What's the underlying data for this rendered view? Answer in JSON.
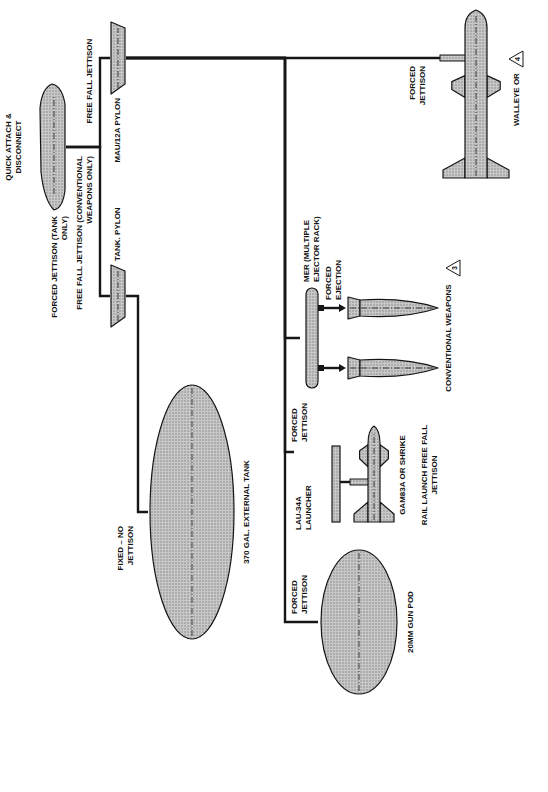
{
  "diagram": {
    "nodes": [
      {
        "text": [
          "QUICK ATTACH & DISCONNECT"
        ]
      },
      {
        "text": [
          "TANK. PYLON"
        ]
      },
      {
        "text": [
          "MAU/12A PYLON"
        ]
      },
      {
        "text": [
          "370 GAL. EXTERNAL TANK"
        ]
      },
      {
        "text": [
          "20MM GUN POD"
        ]
      },
      {
        "text": [
          "LAU-34A LAUNCHER"
        ]
      },
      {
        "text": [
          "GAM83A OR SHRIKE"
        ]
      },
      {
        "text": [
          "MER (MULTIPLE EJECTOR RACK)"
        ]
      },
      {
        "text": [
          "CONVENTIONAL WEAPONS"
        ]
      },
      {
        "text": [
          "WALLEYE OR"
        ]
      }
    ],
    "edges": [
      {
        "from": 0,
        "to": 1,
        "arrow": "none"
      },
      {
        "from": 0,
        "to": 2,
        "arrow": "none"
      },
      {
        "from": 1,
        "to": 3,
        "arrow": "none"
      },
      {
        "from": 2,
        "to": 4,
        "arrow": "none"
      },
      {
        "from": 2,
        "to": 5,
        "arrow": "none"
      },
      {
        "from": 2,
        "to": 7,
        "arrow": "none"
      },
      {
        "from": 2,
        "to": 9,
        "arrow": "none"
      },
      {
        "from": 5,
        "to": 6,
        "arrow": "none"
      },
      {
        "from": 7,
        "to": 8,
        "arrow": "to"
      },
      {
        "from": 7,
        "to": 8,
        "arrow": "to"
      }
    ],
    "labels": [
      "FORCED JETTISON (TANK ONLY)",
      "FREE FALL JETTISON (CONVENTIONAL WEAPONS ONLY)",
      "FREE FALL JETTISON",
      "FIXED – NO JETTISON",
      "FORCED JETTISON",
      "FORCED JETTISON",
      "RAIL LAUNCH FREE FALL JETTISON",
      "FORCED EJECTION",
      "3",
      "FORCED JETTISON",
      "4"
    ]
  }
}
